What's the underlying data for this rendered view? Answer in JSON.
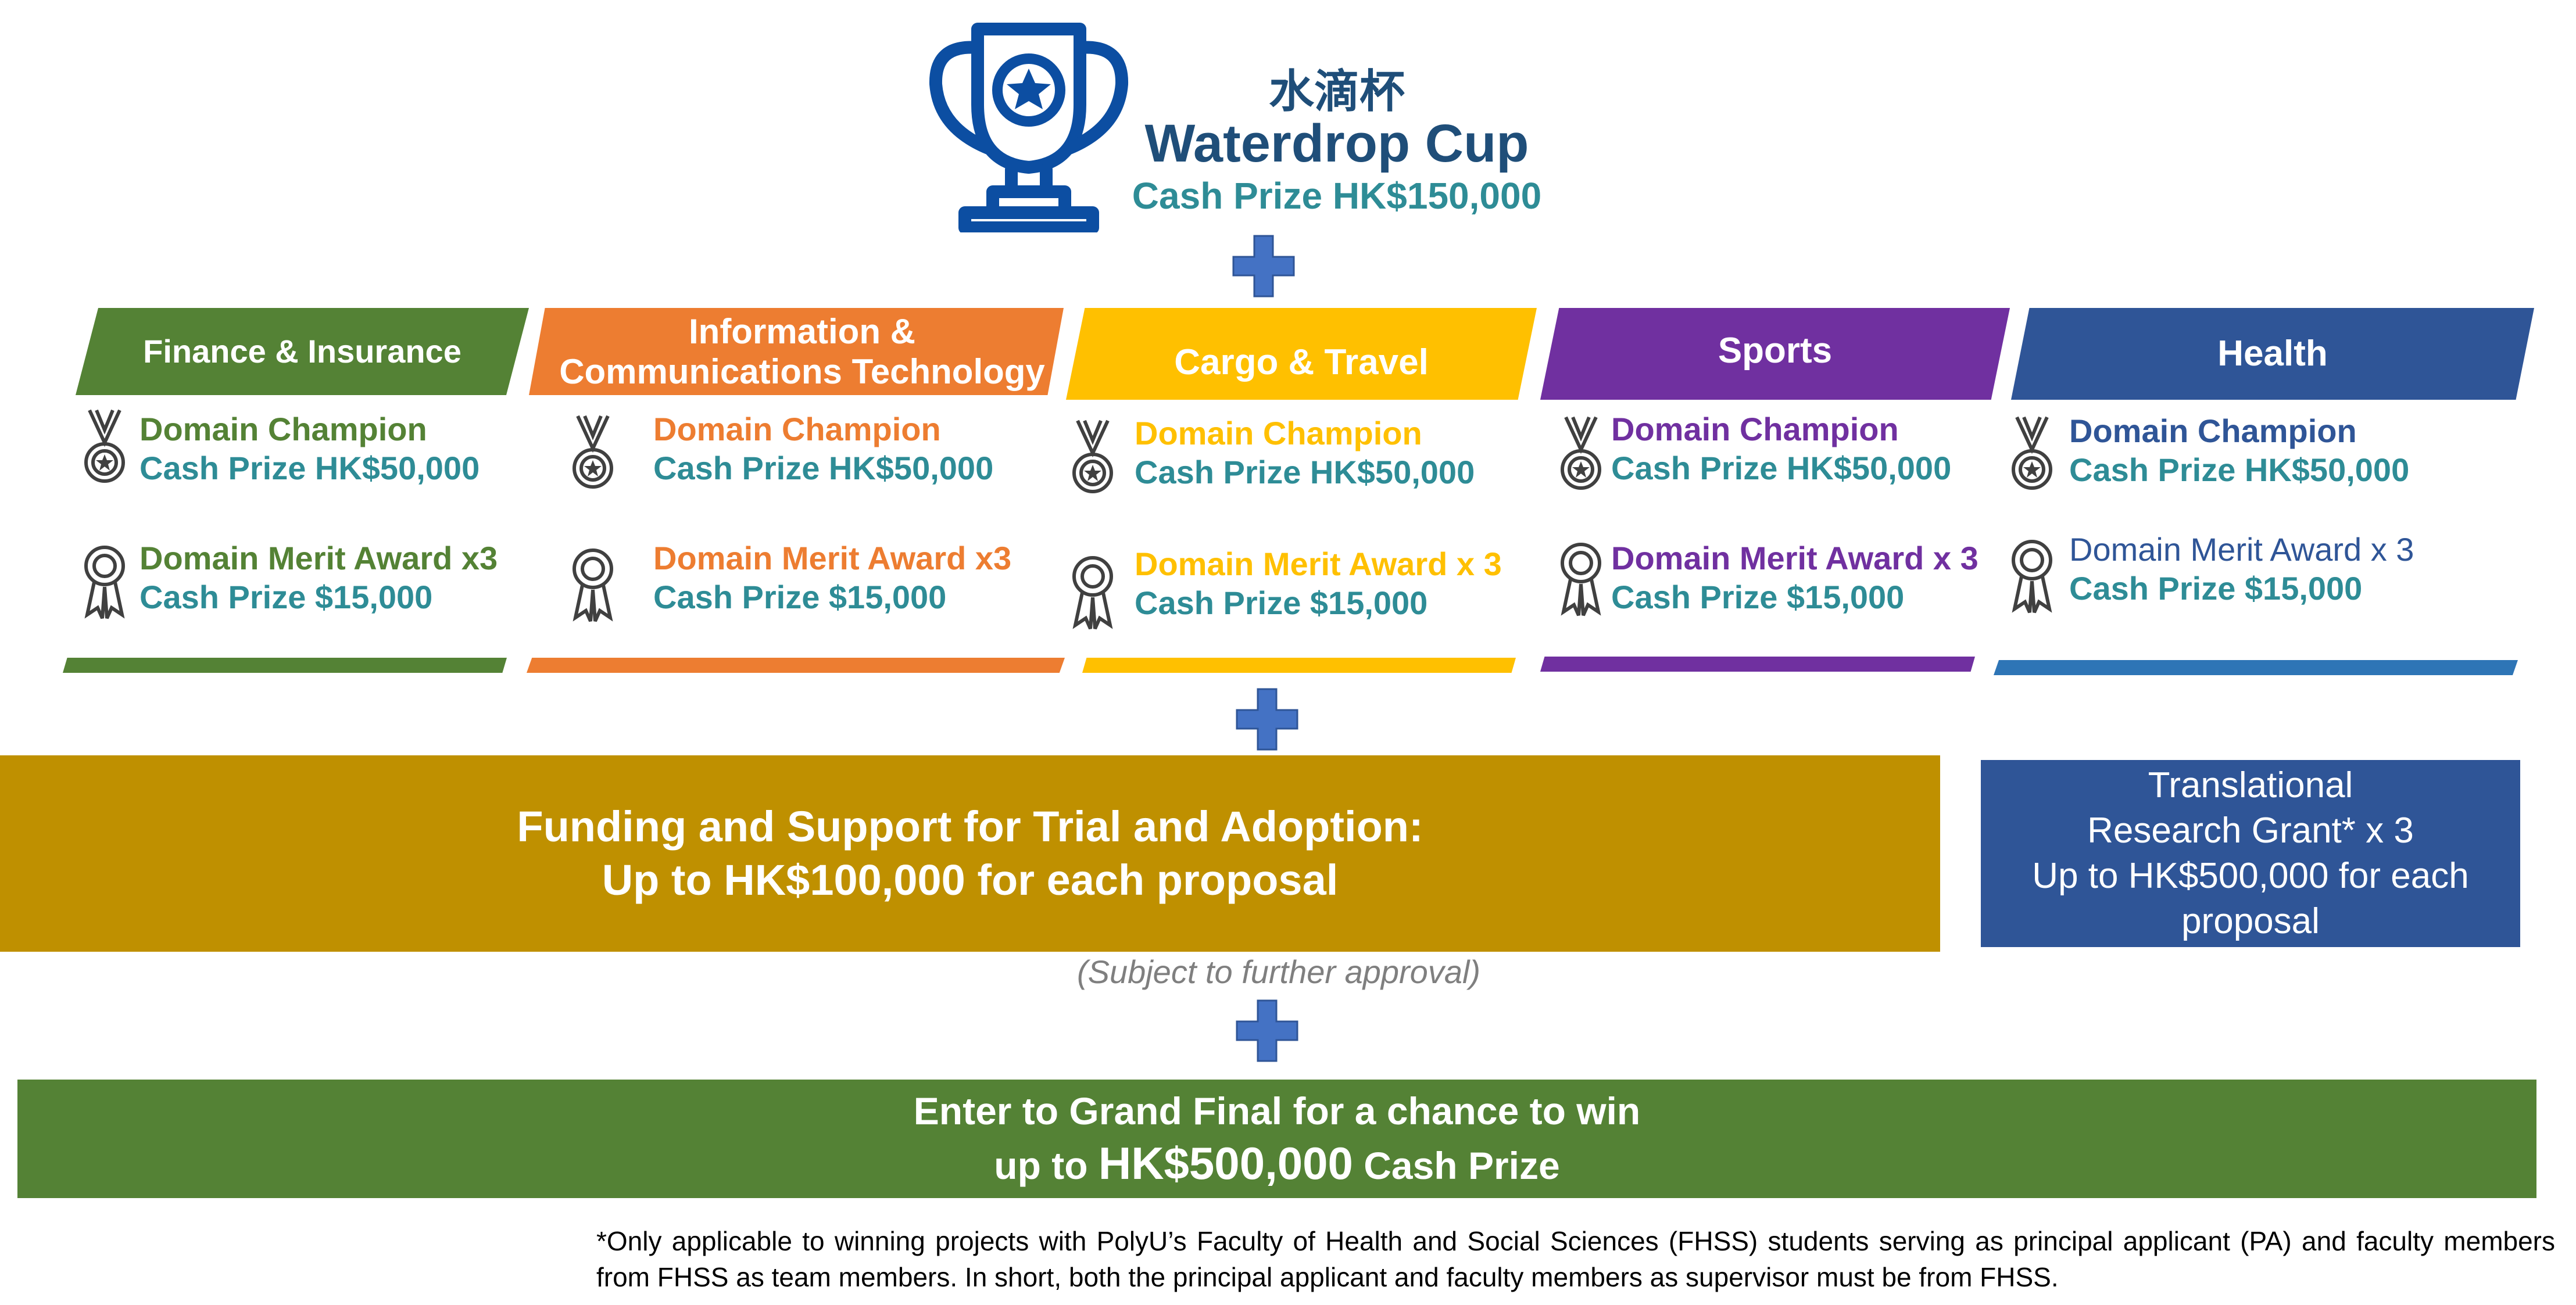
{
  "header": {
    "title_cn": "水滴杯",
    "title_en": "Waterdrop Cup",
    "prize": "Cash Prize HK$150,000",
    "icon": "trophy-icon",
    "color": "#1f4e79",
    "prize_color": "#2e8c96"
  },
  "domains": [
    {
      "name_lines": [
        "Finance & Insurance"
      ],
      "color": "#548235",
      "champion_label": "Domain Champion",
      "champion_prize": "Cash Prize HK$50,000",
      "merit_label": "Domain Merit Award x3",
      "merit_prize": "Cash Prize $15,000"
    },
    {
      "name_lines": [
        "Information &",
        "Communications Technology"
      ],
      "color": "#ed7d31",
      "champion_label": "Domain Champion",
      "champion_prize": "Cash Prize HK$50,000",
      "merit_label": "Domain Merit Award x3",
      "merit_prize": "Cash Prize $15,000"
    },
    {
      "name_lines": [
        "Cargo & Travel"
      ],
      "color": "#ffc000",
      "champion_label": "Domain Champion",
      "champion_prize": "Cash Prize HK$50,000",
      "merit_label": "Domain Merit Award x 3",
      "merit_prize": "Cash Prize $15,000"
    },
    {
      "name_lines": [
        "Sports"
      ],
      "color": "#7030a0",
      "champion_label": "Domain Champion",
      "champion_prize": "Cash Prize HK$50,000",
      "merit_label": "Domain Merit Award x 3",
      "merit_prize": "Cash Prize $15,000"
    },
    {
      "name_lines": [
        "Health"
      ],
      "color": "#2f5597",
      "champion_label": "Domain Champion",
      "champion_prize": "Cash Prize HK$50,000",
      "merit_label": "Domain Merit Award x 3",
      "merit_prize": "Cash Prize $15,000"
    }
  ],
  "prize_text_color": "#2e8c96",
  "funding": {
    "line1": "Funding and Support for Trial and Adoption:",
    "line2": "Up to HK$100,000 for each proposal",
    "color": "#bf9000"
  },
  "grant": {
    "line1": "Translational",
    "line2": "Research Grant* x 3",
    "line3": "Up to HK$500,000 for each",
    "line4": "proposal",
    "color": "#2f5597"
  },
  "subject_note": "(Subject to further approval)",
  "final": {
    "line1": "Enter to Grand Final for a chance to win",
    "line2_pre": "up to ",
    "line2_amount": "HK$500,000",
    "line2_post": " Cash Prize",
    "color": "#548235"
  },
  "footnote": "*Only applicable to winning projects with PolyU’s Faculty of Health and Social Sciences (FHSS) students serving as principal applicant (PA) and faculty members from FHSS as team members. In short, both the principal applicant and faculty members as supervisor must be from FHSS.",
  "icons": {
    "plus": "plus-icon",
    "champion": "medal-icon",
    "merit": "rosette-icon",
    "plus_color": "#4472c4"
  }
}
